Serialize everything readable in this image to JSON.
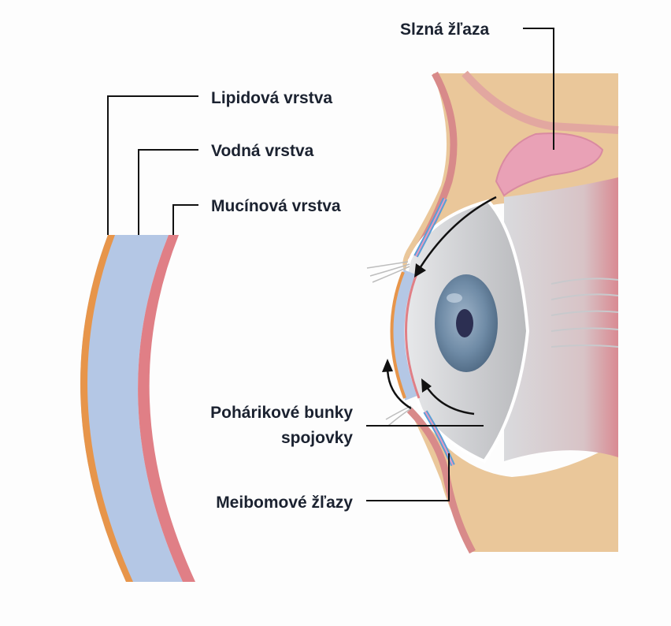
{
  "labels": {
    "lipid": "Lipidová vrstva",
    "aqueous": "Vodná vrstva",
    "mucin": "Mucínová vrstva",
    "lacrimal": "Slzná žľaza",
    "goblet_line1": "Pohárikové bunky",
    "goblet_line2": "spojovky",
    "meibomian": "Meibomové žľazy"
  },
  "colors": {
    "lipid_layer": "#e7954a",
    "aqueous_layer": "#b4c7e5",
    "mucin_layer": "#e07f86",
    "eyelid_tissue": "#eac79a",
    "lacrimal_gland": "#e9a1b6",
    "eyeball": "#d4d5d8",
    "iris": "#6f8ba6",
    "leader_line": "#111111"
  }
}
